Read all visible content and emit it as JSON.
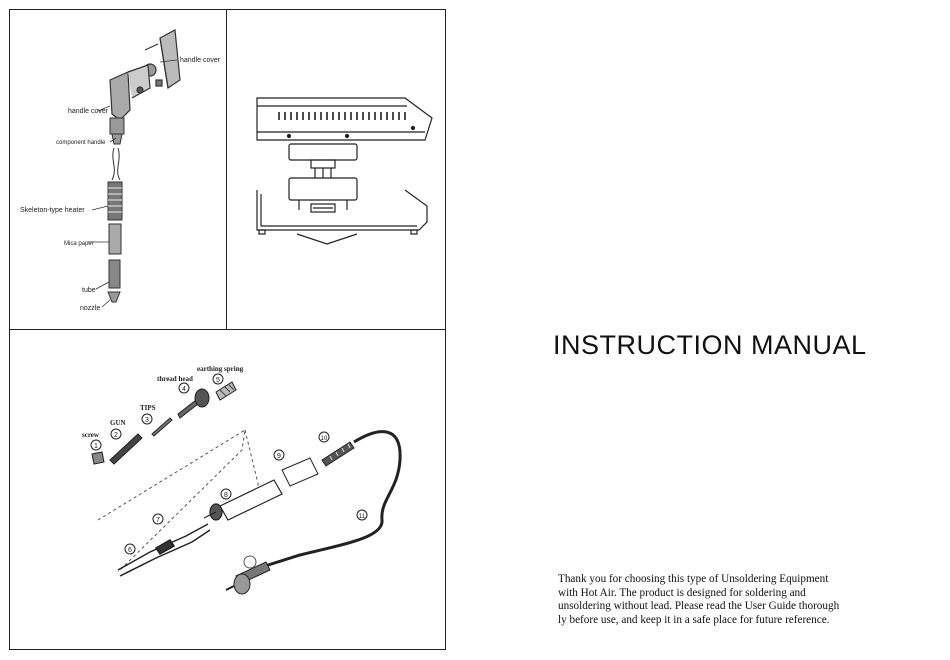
{
  "heater_diagram": {
    "labels": {
      "handle_cover_top": "handle cover",
      "handle_cover": "handle cover",
      "component_handle": "component handle",
      "heater": "Skeleton-type heater",
      "mica": "Mica paper",
      "tube": "tube",
      "nozzle": "nozzle"
    }
  },
  "gun_diagram": {
    "labels": {
      "screw": "screw",
      "gun": "GUN",
      "tips": "TIPS",
      "thread_head": "thread head",
      "earthing_spring": "earthing spring"
    },
    "numbers": [
      "1",
      "2",
      "3",
      "4",
      "5",
      "6",
      "7",
      "8",
      "9",
      "10",
      "11"
    ]
  },
  "title": "INSTRUCTION MANUAL",
  "intro_lines": [
    "Thank you for choosing this type of Unsoldering Equipment",
    "with Hot Air. The  product is  designed  for  soldering  and",
    "unsoldering  without lead. Please read the User Guide thorough",
    "ly before use, and keep it in a safe place for future reference."
  ]
}
